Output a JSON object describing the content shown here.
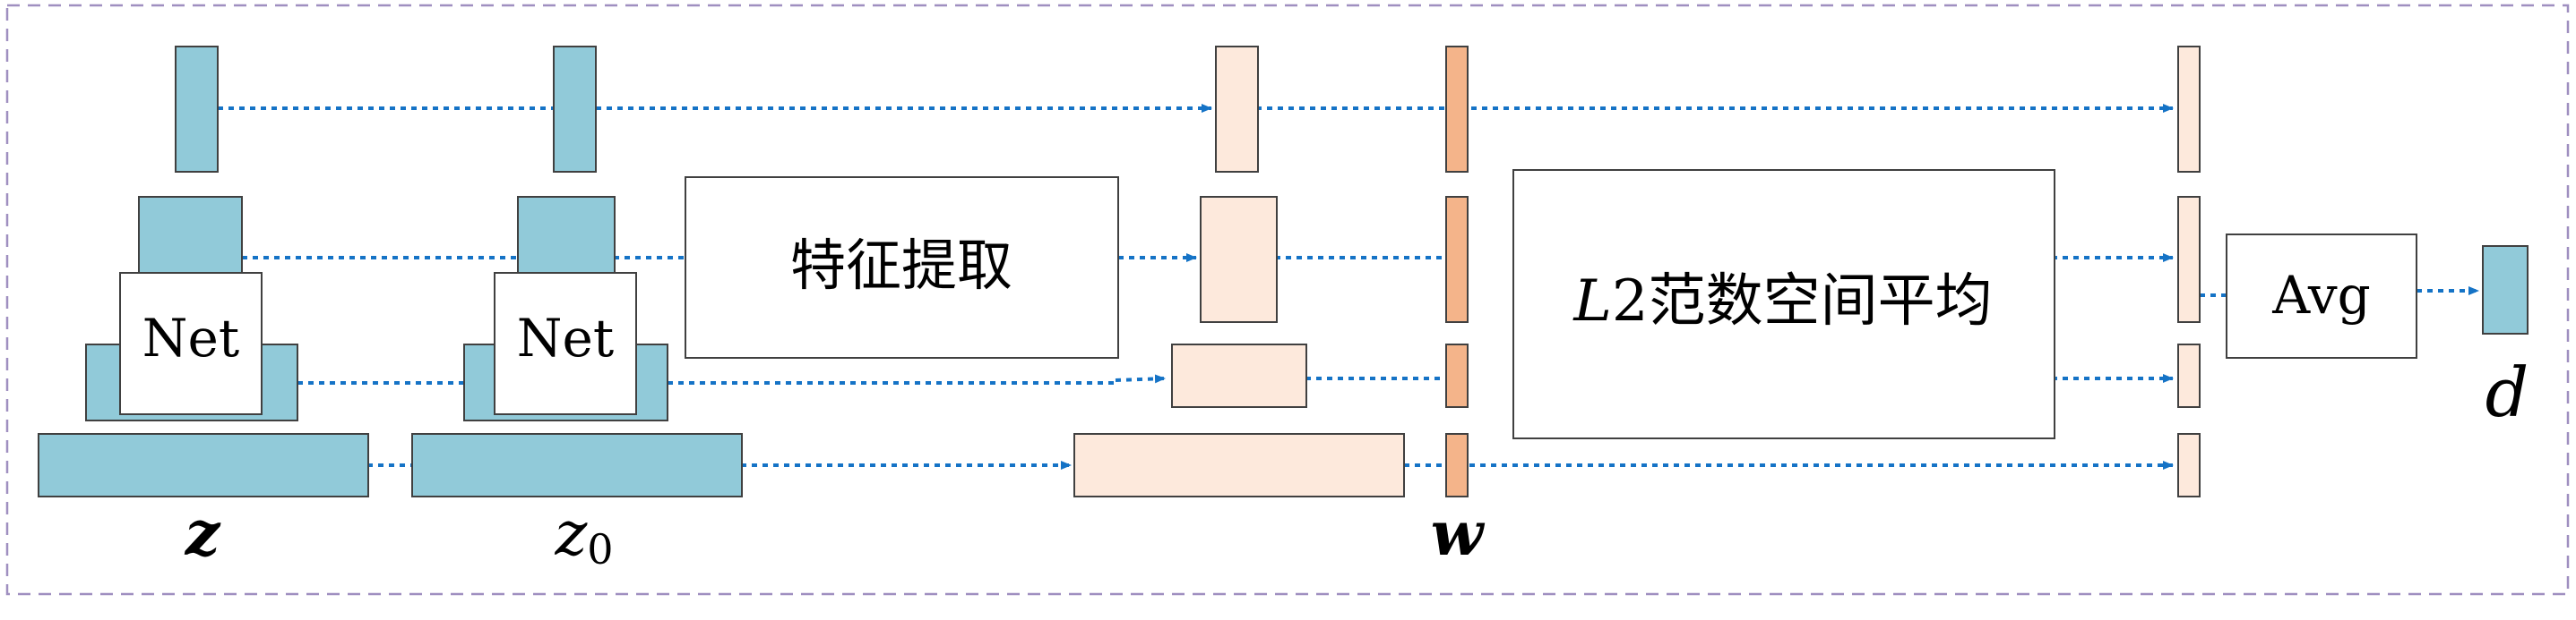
{
  "colors": {
    "frame": "#9f8fc0",
    "teal": "#91cad9",
    "peach": "#fde9dc",
    "orange": "#f4b48a",
    "box_stroke": "#404040",
    "arrow": "#1573c6"
  },
  "labels": {
    "net_1": "Net",
    "net_2": "Net",
    "feature_extract": "特征提取",
    "l2_prefix": "L",
    "l2_rest": "2范数空间平均",
    "avg": "Avg",
    "z": "z",
    "z0_base": "z",
    "z0_sub": "0",
    "w": "w",
    "d": "d"
  },
  "icons": [
    "arrow-right-icon"
  ]
}
